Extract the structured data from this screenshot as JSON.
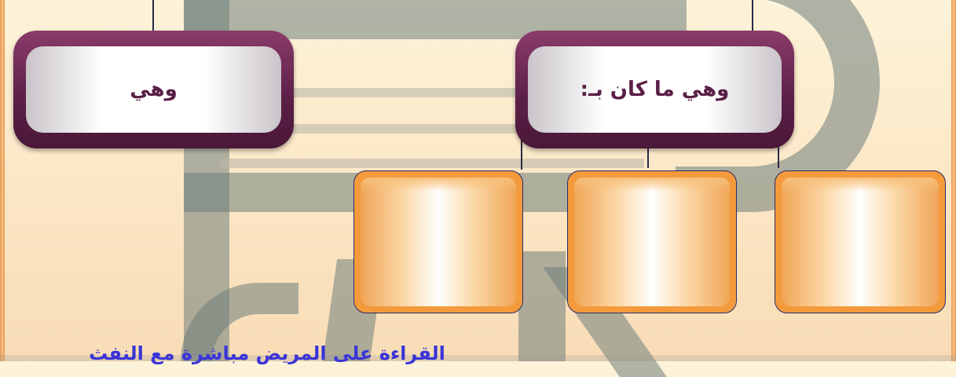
{
  "boxes": {
    "left_title": "وهي",
    "right_title": "وهي ما كان بـ:"
  },
  "sub_boxes": [
    "",
    "",
    ""
  ],
  "footer_text": "القراءة على المريض مباشرة مع النفث"
}
